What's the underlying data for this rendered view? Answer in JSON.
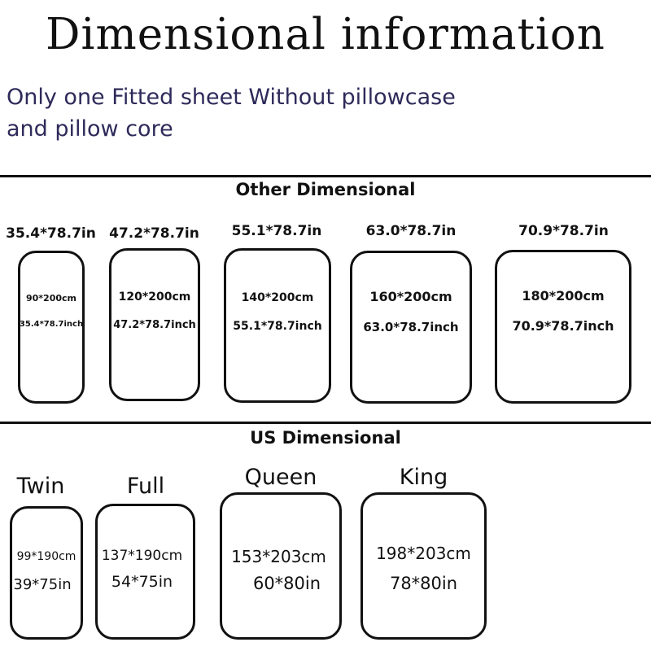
{
  "title": "Dimensional information",
  "subtitle_line1": "Only one Fitted sheet Without pillowcase",
  "subtitle_line2": "and pillow core",
  "other": {
    "heading": "Other Dimensional",
    "items": [
      {
        "label": "35.4*78.7in",
        "cm": "90*200cm",
        "inch": "35.4*78.7inch"
      },
      {
        "label": "47.2*78.7in",
        "cm": "120*200cm",
        "inch": "47.2*78.7inch"
      },
      {
        "label": "55.1*78.7in",
        "cm": "140*200cm",
        "inch": "55.1*78.7inch"
      },
      {
        "label": "63.0*78.7in",
        "cm": "160*200cm",
        "inch": "63.0*78.7inch"
      },
      {
        "label": "70.9*78.7in",
        "cm": "180*200cm",
        "inch": "70.9*78.7inch"
      }
    ]
  },
  "us": {
    "heading": "US Dimensional",
    "items": [
      {
        "label": "Twin",
        "cm": "99*190cm",
        "inch": "39*75in"
      },
      {
        "label": "Full",
        "cm": "137*190cm",
        "inch": "54*75in"
      },
      {
        "label": "Queen",
        "cm": "153*203cm",
        "inch": "60*80in"
      },
      {
        "label": "King",
        "cm": "198*203cm",
        "inch": "78*80in"
      }
    ]
  },
  "colors": {
    "subtitle": "#2e2a5a",
    "outline": "#111111",
    "background": "#ffffff"
  }
}
